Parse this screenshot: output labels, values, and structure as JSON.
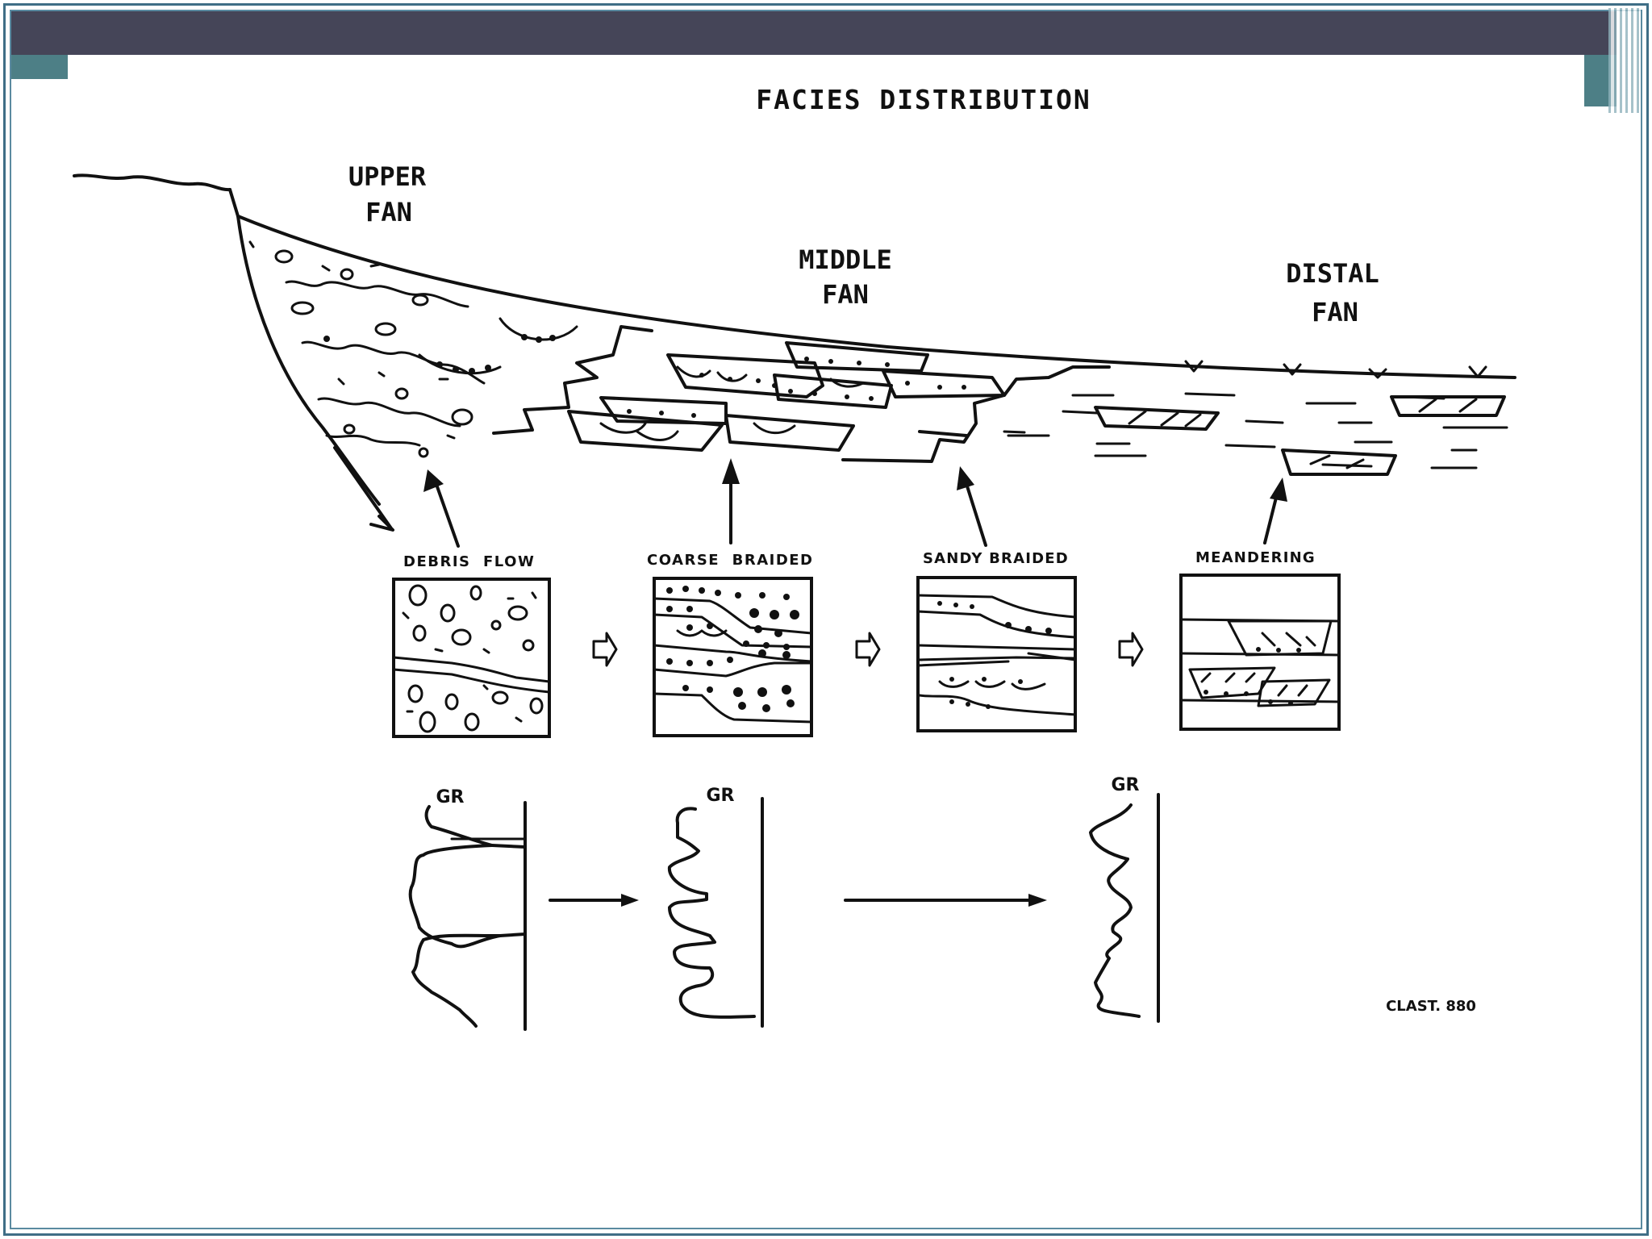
{
  "title": "FACIES DISTRIBUTION",
  "zones": {
    "upper": [
      "UPPER",
      "FAN"
    ],
    "middle": [
      "MIDDLE",
      "FAN"
    ],
    "distal": [
      "DISTAL",
      "FAN"
    ]
  },
  "facies": {
    "debris": "DEBRIS  FLOW",
    "coarse": "COARSE  BRAIDED",
    "sandy": "SANDY BRAIDED",
    "meander": "MEANDERING"
  },
  "logs": {
    "gr1": "GR",
    "gr2": "GR",
    "gr3": "GR"
  },
  "credit": "CLAST. 880",
  "colors": {
    "titlebar": "#454558",
    "accent": "#4d7f86",
    "border": "#3f6e86"
  }
}
